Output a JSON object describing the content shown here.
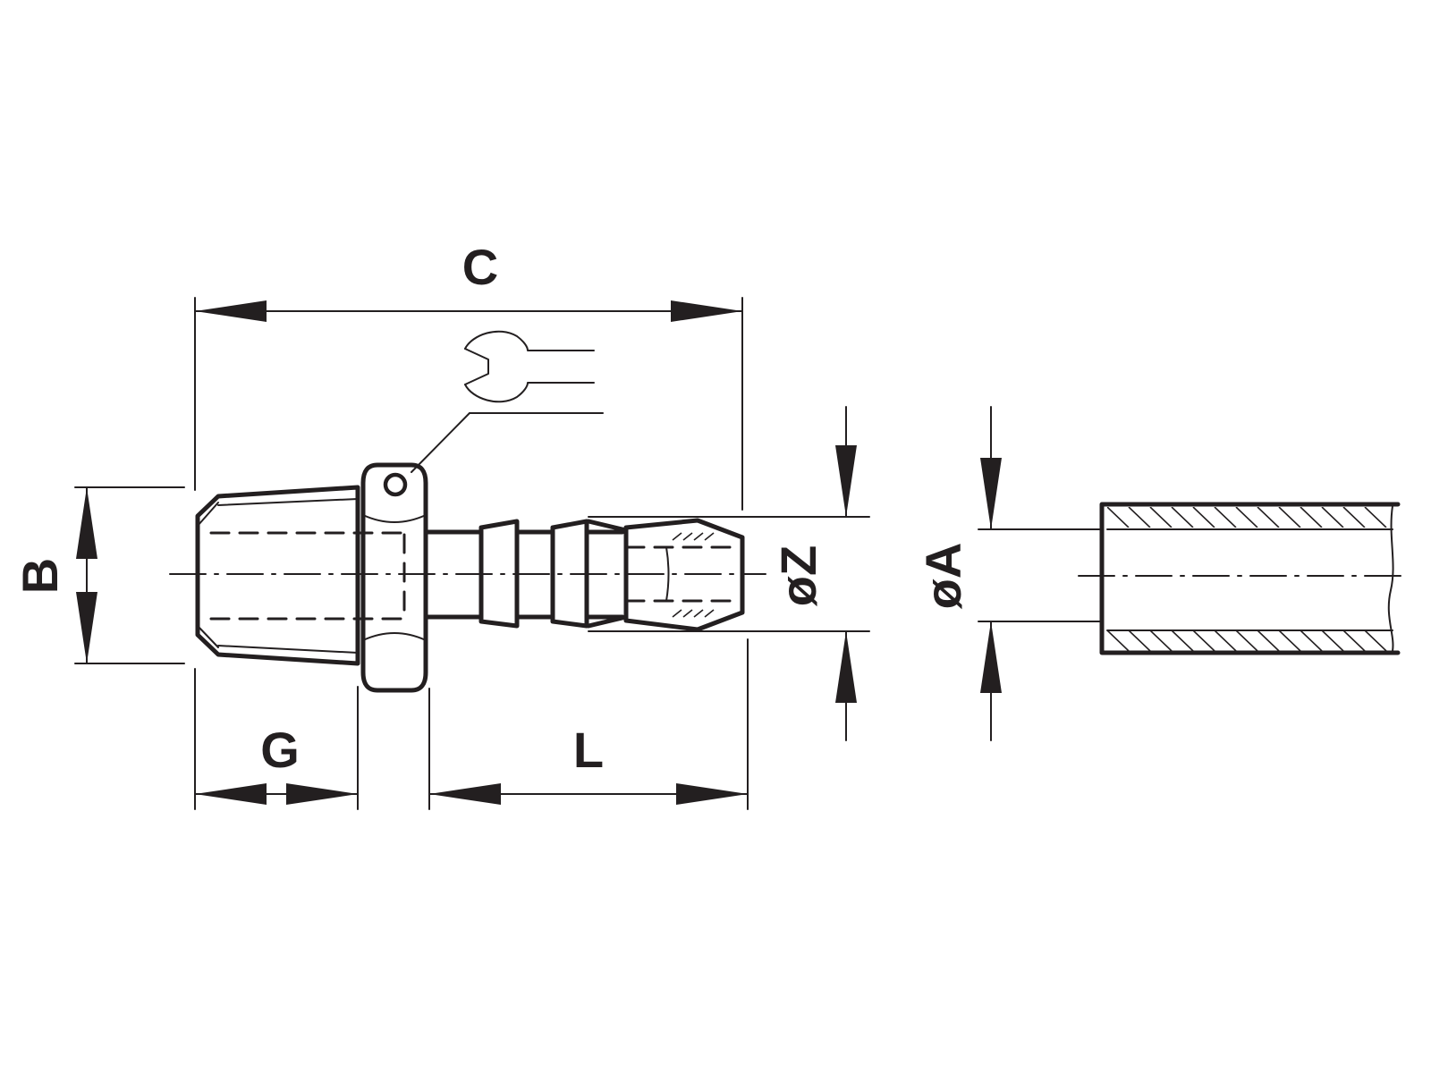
{
  "labels": {
    "C": "C",
    "B": "B",
    "G": "G",
    "L": "L",
    "Z": "øZ",
    "A": "øA"
  },
  "parts": {
    "fitting": "hose-barb-fitting",
    "hose": "hose-section",
    "wrench": "wrench-icon"
  }
}
